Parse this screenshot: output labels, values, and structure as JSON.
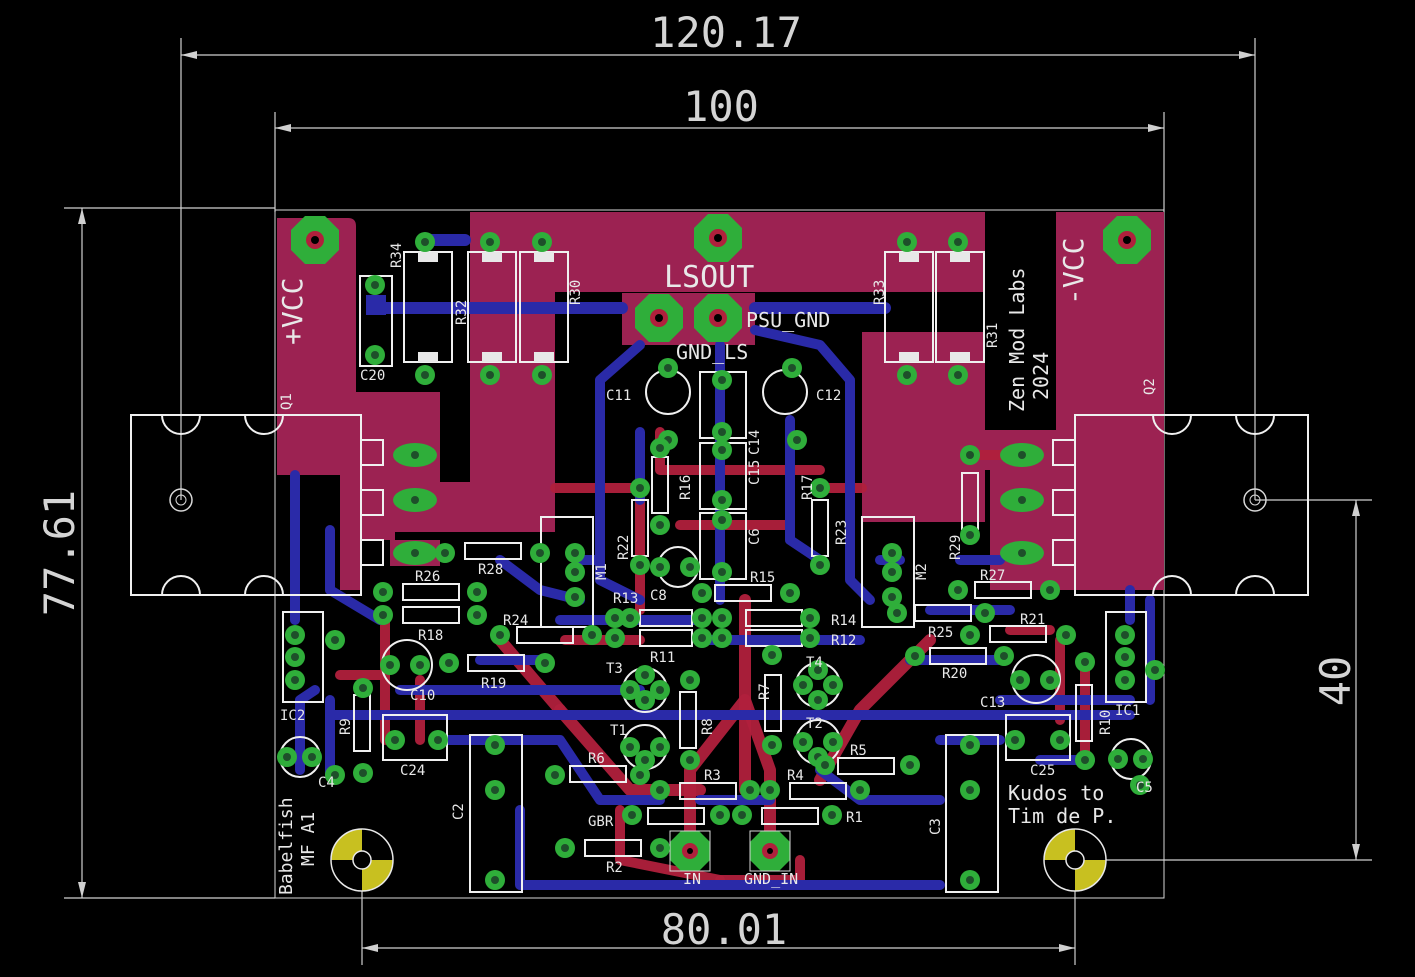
{
  "colors": {
    "background": "#000000",
    "top_copper": "#b0203c",
    "bottom_copper": "#2a2aa8",
    "pads": "#2fae3a",
    "silkscreen": "#e8e8e8",
    "dimension": "#d0d0d0",
    "mount_hole": "#c8c020"
  },
  "dimensions": {
    "overall_width": "120.17",
    "board_width": "100",
    "board_height": "77.61",
    "hole_spacing_vertical": "40",
    "hole_spacing_horizontal": "80.01"
  },
  "labels": {
    "lsout": "LSOUT",
    "psu_gnd": "PSU_GND",
    "gnd_ls": "GND_LS",
    "vcc_plus": "+VCC",
    "vcc_minus": "-VCC",
    "brand_line1": "Zen Mod Labs",
    "brand_line2": "2024",
    "project_line1": "Babelfish",
    "project_line2": "MF A1",
    "credit_line1": "Kudos to",
    "credit_line2": "Tim de P.",
    "in": "IN",
    "gnd_in": "GND_IN",
    "gbr": "GBR"
  },
  "refdes": {
    "R34": "R34",
    "R32": "R32",
    "R30": "R30",
    "R33": "R33",
    "R31": "R31",
    "C20": "C20",
    "C11": "C11",
    "C12": "C12",
    "C14": "C14",
    "C15": "C15",
    "C6": "C6",
    "Q1": "Q1",
    "Q2": "Q2",
    "R16": "R16",
    "R17": "R17",
    "R22": "R22",
    "R23": "R23",
    "R29": "R29",
    "M1": "M1",
    "M2": "M2",
    "R26": "R26",
    "R28": "R28",
    "R27": "R27",
    "C8": "C8",
    "R13": "R13",
    "R15": "R15",
    "R14": "R14",
    "R12": "R12",
    "R24": "R24",
    "R18": "R18",
    "R19": "R19",
    "R11": "R11",
    "R25": "R25",
    "R21": "R21",
    "R20": "R20",
    "C10": "C10",
    "C13": "C13",
    "T3": "T3",
    "T4": "T4",
    "T1": "T1",
    "T2": "T2",
    "R8": "R8",
    "R7": "R7",
    "R9": "R9",
    "R10": "R10",
    "IC1": "IC1",
    "IC2": "IC2",
    "C4": "C4",
    "C5": "C5",
    "C24": "C24",
    "C25": "C25",
    "R6": "R6",
    "R5": "R5",
    "R3": "R3",
    "R4": "R4",
    "R1": "R1",
    "R2": "R2",
    "C2": "C2",
    "C3": "C3"
  }
}
